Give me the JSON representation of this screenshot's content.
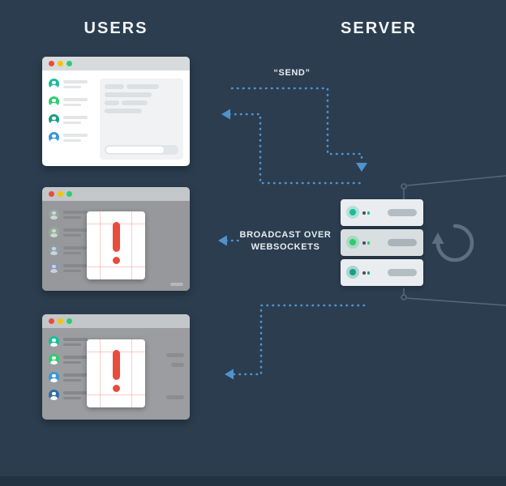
{
  "headers": {
    "users": "USERS",
    "server": "SERVER"
  },
  "labels": {
    "send": "“SEND”",
    "broadcast_line1": "BROADCAST OVER",
    "broadcast_line2": "WEBSOCKETS"
  },
  "colors": {
    "background": "#2b3d4f",
    "flow": "#4f93cf",
    "connector": "#55687b",
    "refresh": "#5c7083",
    "error": "#e74c3c",
    "heading_text": "#f3f5f6",
    "label_text": "#e9edf0",
    "traffic": [
      "#e74c3c",
      "#f1c40f",
      "#2ecc71"
    ]
  },
  "browsers": [
    {
      "name": "user-1",
      "state": "chat",
      "avatars": [
        "#1abc9c",
        "#2ecc71",
        "#16a085",
        "#3498db"
      ]
    },
    {
      "name": "user-2",
      "state": "error-dimmed",
      "avatars": [
        "#93a79f",
        "#94aa98",
        "#8d9fa9",
        "#8b99ad"
      ]
    },
    {
      "name": "user-3",
      "state": "error",
      "avatars": [
        "#1abc9c",
        "#2ecc71",
        "#3498db",
        "#2d6da3"
      ]
    }
  ],
  "server": {
    "units": [
      {
        "led": "#1abc9c",
        "ring": "rgba(26,188,156,0.25)"
      },
      {
        "led": "#2ecc71",
        "ring": "rgba(46,204,113,0.28)"
      },
      {
        "led": "#16a085",
        "ring": "rgba(22,160,133,0.30)"
      }
    ]
  }
}
